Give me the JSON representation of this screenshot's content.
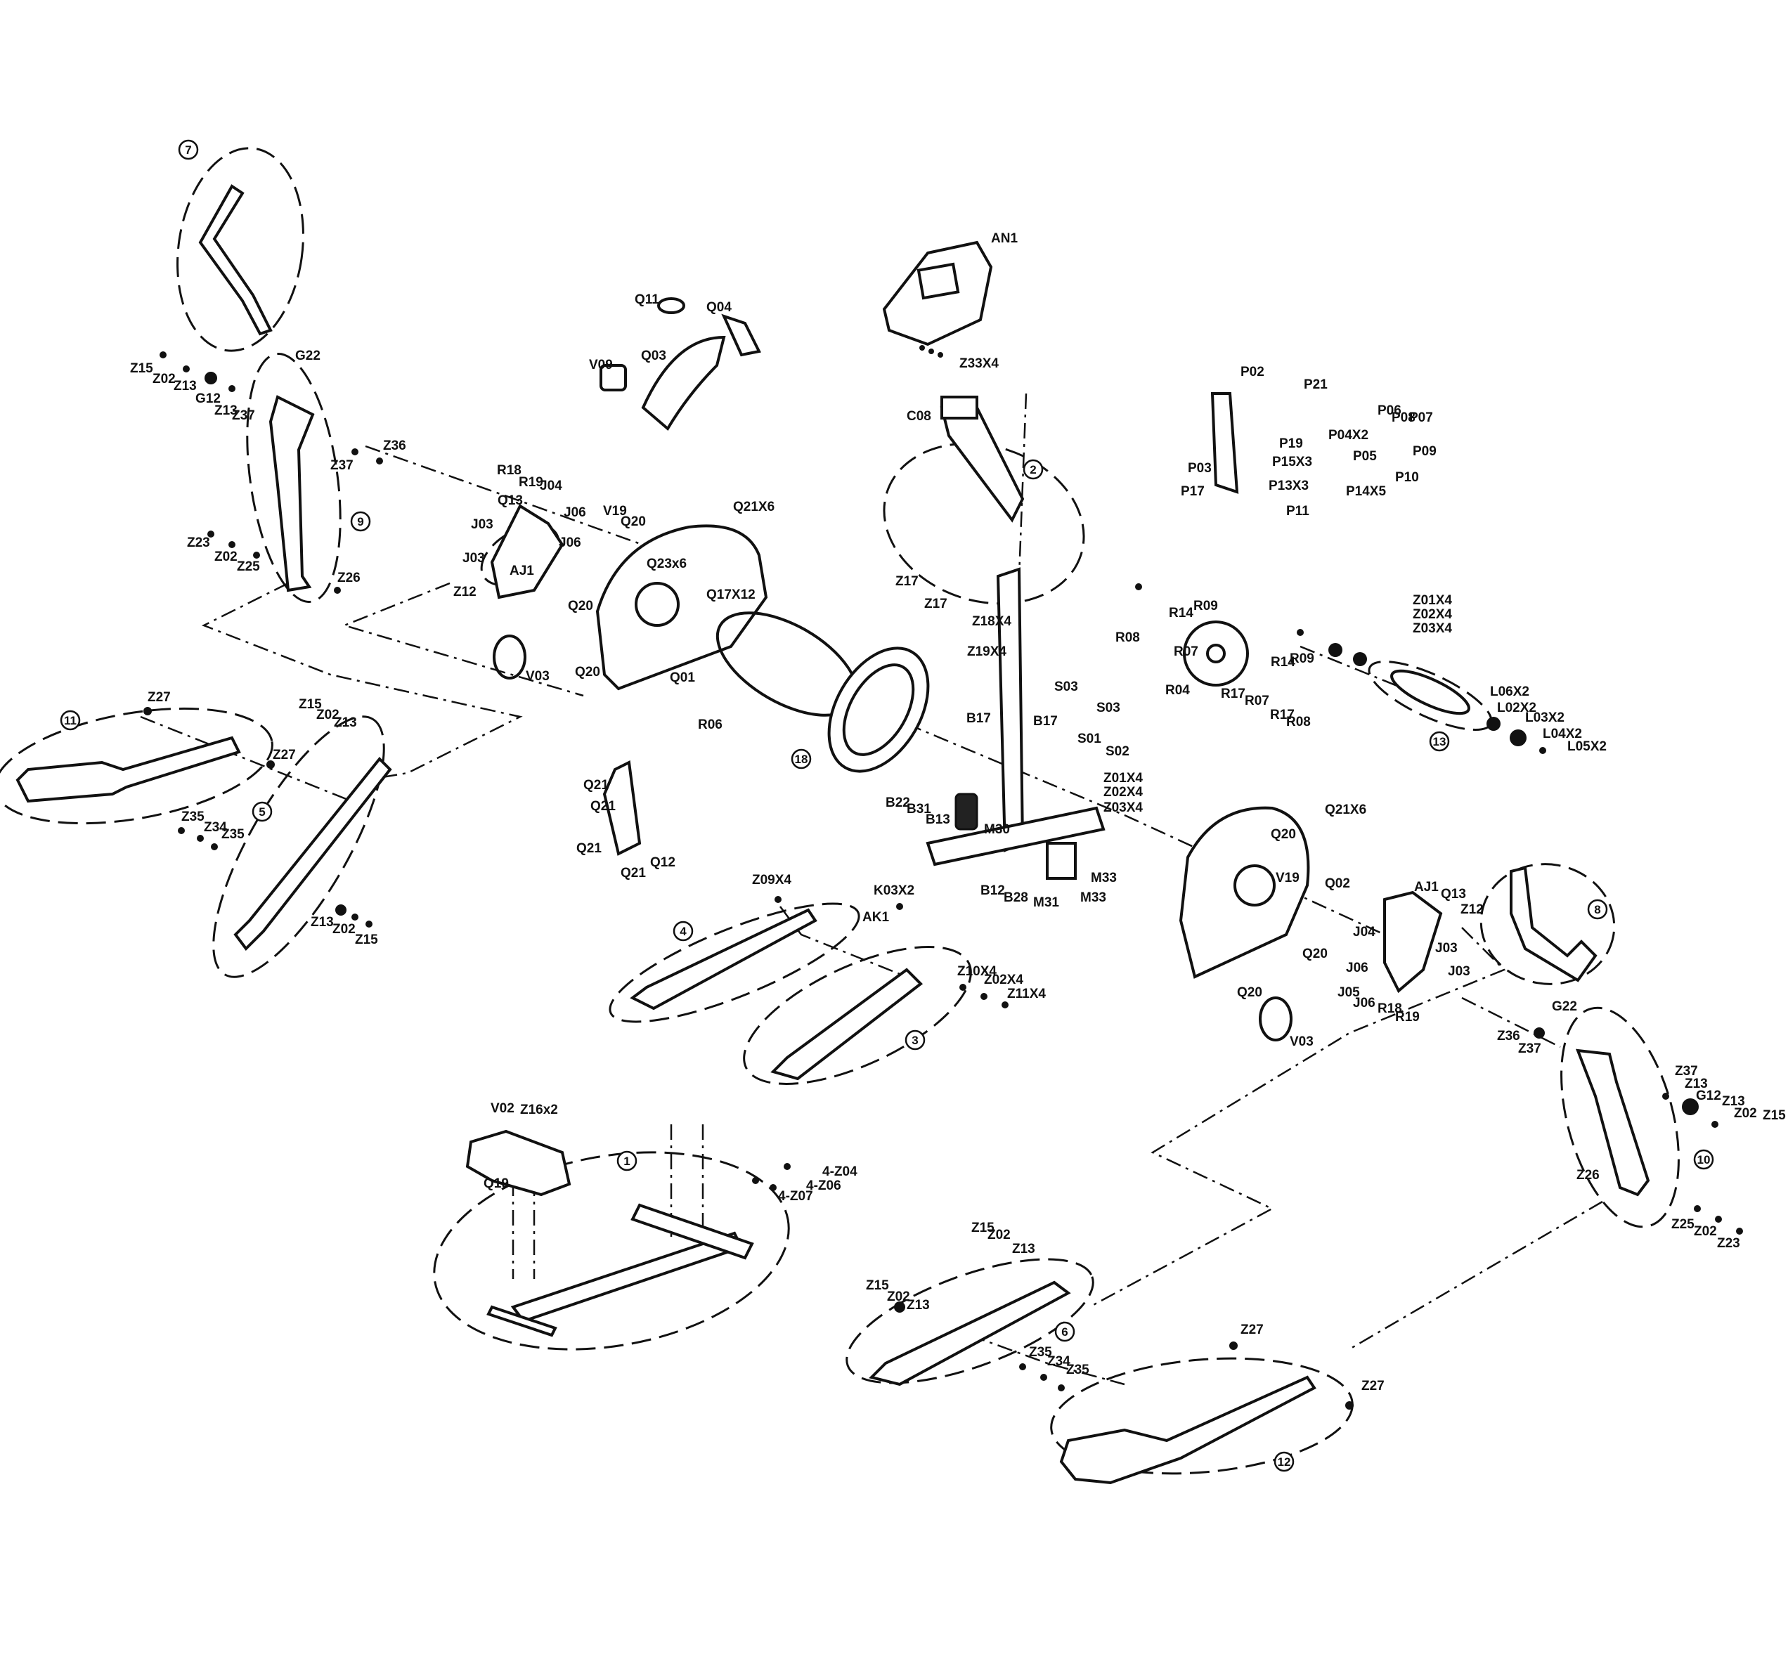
{
  "labels": [
    "AN1",
    "Z33X4",
    "C08",
    "P02",
    "P21",
    "P06",
    "P07",
    "P04X2",
    "P05",
    "P08",
    "P09",
    "P10",
    "P19",
    "P15X3",
    "P13X3",
    "P14X5",
    "P11",
    "P03",
    "P17",
    "Q11",
    "Q04",
    "V09",
    "Q03",
    "Z15",
    "Z02",
    "Z13",
    "G12",
    "Z13",
    "Z37",
    "G22",
    "Z37",
    "Z36",
    "R18",
    "R19",
    "Q13",
    "J04",
    "J06",
    "J03",
    "AJ1",
    "J06",
    "J03",
    "Z12",
    "V19",
    "Q20",
    "Q21X6",
    "Q23x6",
    "Q17X12",
    "Q20",
    "Q20",
    "Q01",
    "V03",
    "R06",
    "Z23",
    "Z02",
    "Z25",
    "Z26",
    "Z17",
    "Z17",
    "Z18X4",
    "Z19X4",
    "B17",
    "B17",
    "S03",
    "S03",
    "S01",
    "S02",
    "Z01X4",
    "Z02X4",
    "Z03X4",
    "R08",
    "R14",
    "R09",
    "R07",
    "R04",
    "R17",
    "R14",
    "R09",
    "R07",
    "R17",
    "R08",
    "Z01X4",
    "Z02X4",
    "Z03X4",
    "L06X2",
    "L02X2",
    "L03X2",
    "L04X2",
    "L05X2",
    "Z27",
    "Z15",
    "Z02",
    "Z13",
    "Z27",
    "Z35",
    "Z34",
    "Z35",
    "Z13",
    "Z02",
    "Z15",
    "Q21",
    "Q21",
    "Q21",
    "Q21",
    "Q12",
    "B22",
    "B31",
    "B13",
    "M30",
    "B12",
    "B28",
    "M31",
    "M33",
    "M33",
    "Q21X6",
    "Q20",
    "V19",
    "Q02",
    "Q20",
    "Q20",
    "AJ1",
    "Q13",
    "Z12",
    "J04",
    "J03",
    "J06",
    "J03",
    "J05",
    "J06",
    "R18",
    "R19",
    "V03",
    "Z09X4",
    "K03X2",
    "AK1",
    "Z10X4",
    "Z02X4",
    "Z11X4",
    "G22",
    "Z36",
    "Z37",
    "Z37",
    "Z13",
    "G12",
    "Z13",
    "Z02",
    "Z15",
    "Z26",
    "Z25",
    "Z02",
    "Z23",
    "V02",
    "Z16x2",
    "Q19",
    "4-Z04",
    "4-Z06",
    "4-Z07",
    "Z15",
    "Z02",
    "Z13",
    "Z15",
    "Z02",
    "Z13",
    "Z35",
    "Z34",
    "Z35",
    "Z27",
    "Z27"
  ],
  "callouts": [
    "7",
    "9",
    "2",
    "11",
    "5",
    "18",
    "4",
    "3",
    "8",
    "10",
    "1",
    "6",
    "12",
    "13"
  ],
  "icons": {
    "bolt": "bolt-icon",
    "washer": "washer-icon"
  }
}
